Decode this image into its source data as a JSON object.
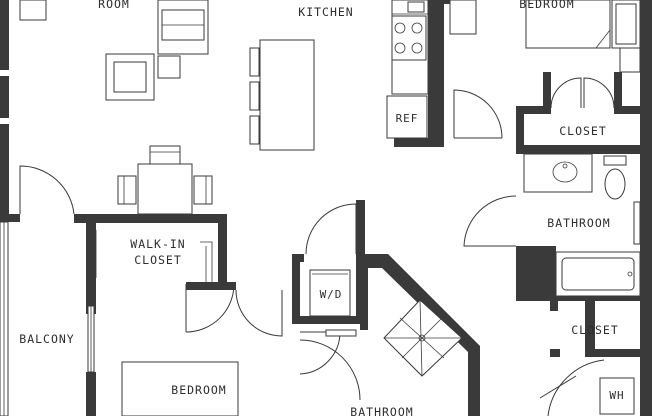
{
  "rooms": {
    "living_room": "ROOM",
    "kitchen": "KITCHEN",
    "bedroom_top_right": "BEDROOM",
    "closet_top_right": "CLOSET",
    "bathroom_right": "BATHROOM",
    "walk_in_closet_line1": "WALK-IN",
    "walk_in_closet_line2": "CLOSET",
    "balcony": "BALCONY",
    "bedroom_bottom": "BEDROOM",
    "bathroom_bottom": "BATHROOM",
    "closet_bottom_right": "CLOSET"
  },
  "appliances": {
    "refrigerator": "REF",
    "washer_dryer": "W/D",
    "water_heater": "WH"
  }
}
